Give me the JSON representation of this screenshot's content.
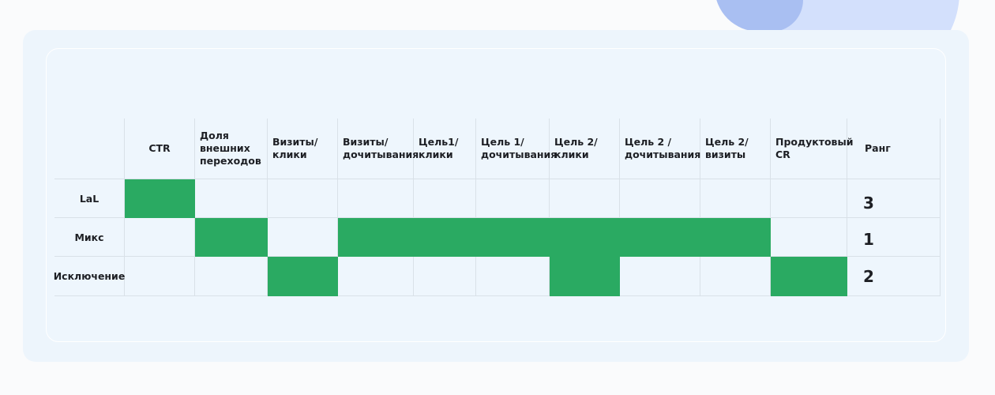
{
  "table": {
    "columns": [
      {
        "label": "CTR"
      },
      {
        "label": "Доля внешних переходов"
      },
      {
        "label": "Визиты/ клики"
      },
      {
        "label": "Визиты/ дочитывания"
      },
      {
        "label": "Цель1/ клики"
      },
      {
        "label": "Цель 1/ дочитывания"
      },
      {
        "label": "Цель 2/ клики"
      },
      {
        "label": "Цель 2 / дочитывания"
      },
      {
        "label": "Цель 2/ визиты"
      },
      {
        "label": "Продуктовый CR"
      }
    ],
    "rank_header": "Ранг",
    "rows": [
      {
        "label": "LaL",
        "filled": [
          true,
          false,
          false,
          false,
          false,
          false,
          false,
          false,
          false,
          false
        ],
        "rank": "3"
      },
      {
        "label": "Микс",
        "filled": [
          false,
          true,
          false,
          true,
          true,
          true,
          true,
          true,
          true,
          false
        ],
        "rank": "1"
      },
      {
        "label": "Исключение",
        "filled": [
          false,
          false,
          true,
          false,
          false,
          false,
          true,
          false,
          false,
          true
        ],
        "rank": "2"
      }
    ],
    "colors": {
      "filled": "#2aaa62"
    }
  }
}
